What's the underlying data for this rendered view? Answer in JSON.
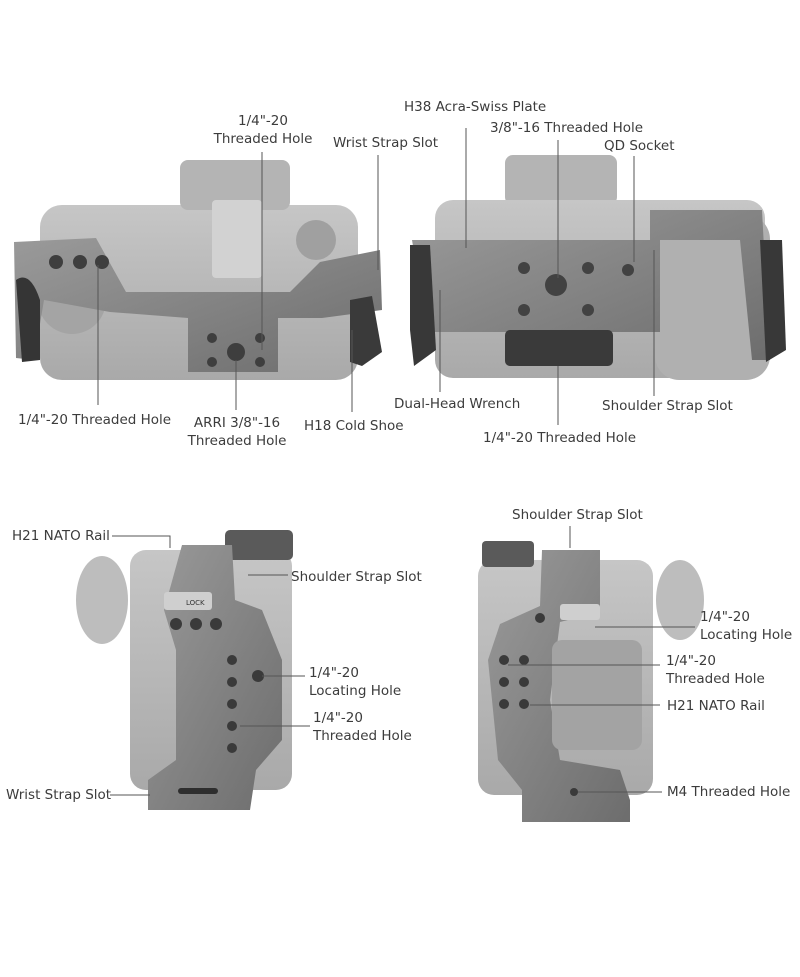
{
  "colors": {
    "text": "#3c3c3c",
    "leader": "#555555",
    "camera": "#b8b8b8",
    "cage": "#7d7d7d"
  },
  "top_left": {
    "threaded_hole_top": [
      "1/4\"-20",
      "Threaded Hole"
    ],
    "wrist_strap_slot": "Wrist Strap Slot",
    "threaded_hole_left": "1/4\"-20 Threaded Hole",
    "arri_hole": [
      "ARRI 3/8\"-16",
      "Threaded Hole"
    ],
    "cold_shoe": "H18 Cold Shoe"
  },
  "top_right": {
    "acra_swiss_plate": "H38 Acra-Swiss Plate",
    "threaded_hole_38": "3/8\"-16 Threaded Hole",
    "qd_socket": "QD Socket",
    "dual_head_wrench": "Dual-Head Wrench",
    "shoulder_strap_slot": "Shoulder Strap Slot",
    "threaded_hole_14": "1/4\"-20 Threaded Hole"
  },
  "bottom_left": {
    "nato_rail": "H21 NATO Rail",
    "shoulder_strap_slot": "Shoulder Strap Slot",
    "locating_hole": [
      "1/4\"-20",
      "Locating  Hole"
    ],
    "threaded_hole": [
      "1/4\"-20",
      "Threaded Hole"
    ],
    "wrist_strap_slot": "Wrist Strap Slot"
  },
  "bottom_right": {
    "shoulder_strap_slot": "Shoulder Strap Slot",
    "locating_hole": [
      "1/4\"-20",
      "Locating Hole"
    ],
    "threaded_hole": [
      "1/4\"-20",
      "Threaded Hole"
    ],
    "nato_rail": "H21 NATO Rail",
    "m4_hole": "M4 Threaded Hole"
  },
  "engravings": {
    "lock": "LOCK"
  }
}
